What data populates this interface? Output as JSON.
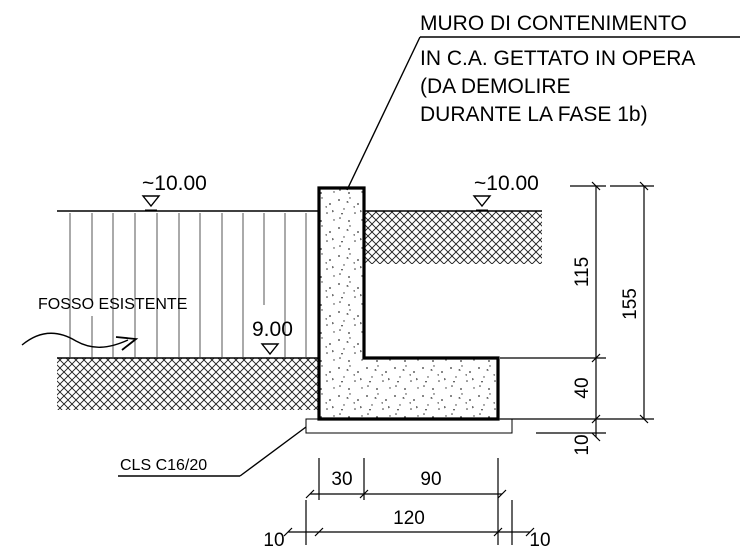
{
  "title": {
    "line1": "MURO DI CONTENIMENTO",
    "line2": "IN C.A. GETTATO IN OPERA",
    "line3": "(DA DEMOLIRE",
    "line4": "DURANTE LA FASE 1b)"
  },
  "levels": {
    "left_ground": "~10.00",
    "right_ground": "~10.00",
    "ditch_water": "9.00"
  },
  "labels": {
    "ditch": "FOSSO ESISTENTE",
    "lean_concrete": "CLS C16/20"
  },
  "dimensions": {
    "upper_height": "115",
    "base_height": "40",
    "lean_height": "10",
    "total_height": "155",
    "stem_width": "30",
    "heel_width": "90",
    "base_width": "120",
    "offset_left": "10",
    "offset_right": "10"
  }
}
